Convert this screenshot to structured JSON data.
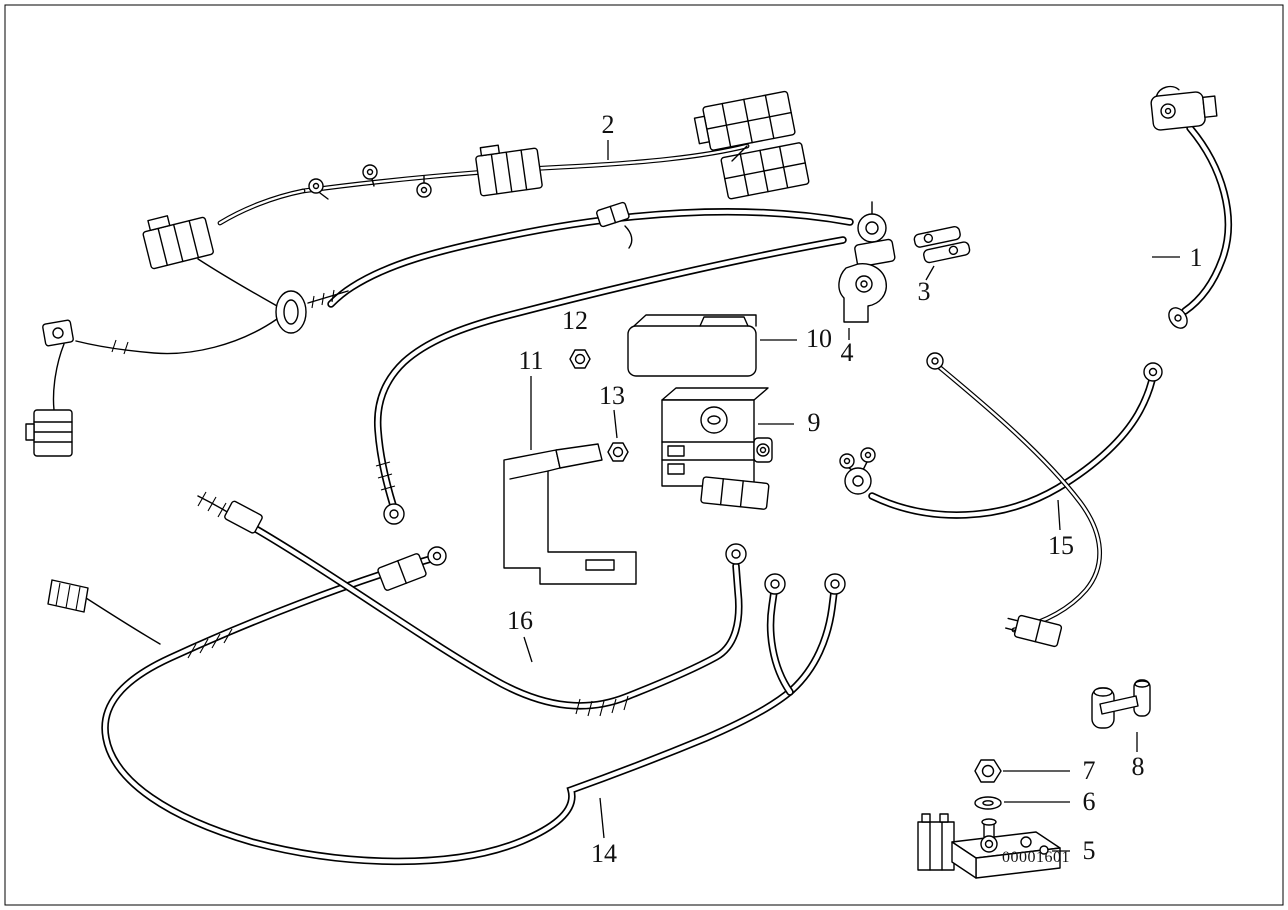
{
  "diagram": {
    "drawing_number": "00001601",
    "callouts": [
      {
        "id": "1",
        "label": "1"
      },
      {
        "id": "2",
        "label": "2"
      },
      {
        "id": "3",
        "label": "3"
      },
      {
        "id": "4",
        "label": "4"
      },
      {
        "id": "5",
        "label": "5"
      },
      {
        "id": "6",
        "label": "6"
      },
      {
        "id": "7",
        "label": "7"
      },
      {
        "id": "8",
        "label": "8"
      },
      {
        "id": "9",
        "label": "9"
      },
      {
        "id": "10",
        "label": "10"
      },
      {
        "id": "11",
        "label": "11"
      },
      {
        "id": "12",
        "label": "12"
      },
      {
        "id": "13",
        "label": "13"
      },
      {
        "id": "14",
        "label": "14"
      },
      {
        "id": "15",
        "label": "15"
      },
      {
        "id": "16",
        "label": "16"
      }
    ]
  }
}
